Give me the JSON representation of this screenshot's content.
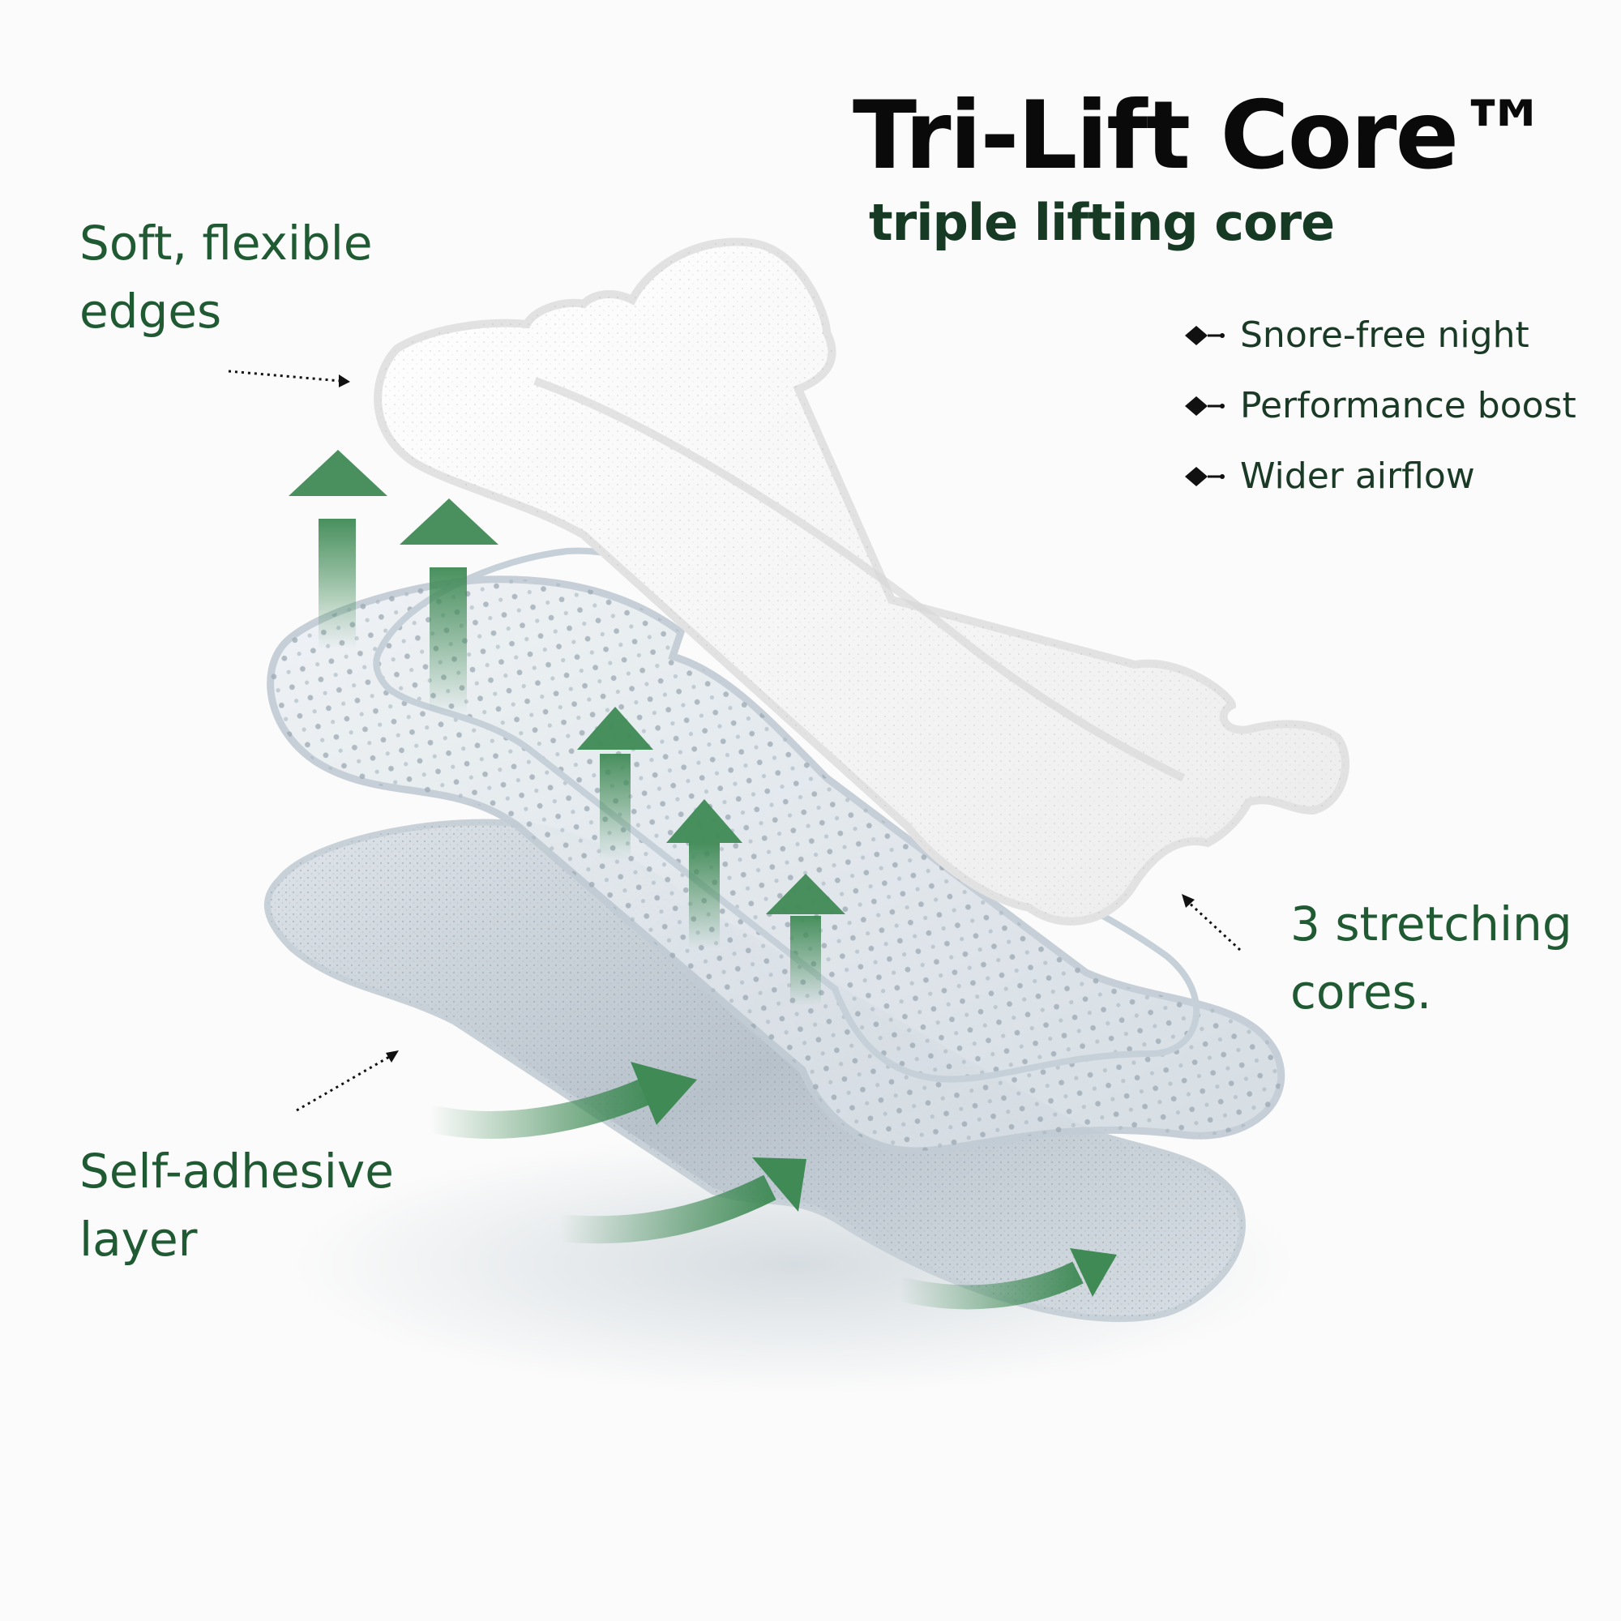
{
  "header": {
    "title": "Tri-Lift Core™",
    "subtitle": "triple lifting core"
  },
  "features": [
    {
      "text": "Snore-free night"
    },
    {
      "text": "Performance boost"
    },
    {
      "text": "Wider airflow"
    }
  ],
  "callouts": {
    "edges": {
      "line1": "Soft, flexible",
      "line2": "edges"
    },
    "adhesive": {
      "line1": "Self-adhesive",
      "line2": "layer"
    },
    "cores": {
      "line1": "3 stretching",
      "line2": "cores."
    }
  },
  "colors": {
    "accent_green": "#3f8a55",
    "dark_green": "#163a24",
    "title_black": "#0a0a0a",
    "background": "#fbfbfb"
  },
  "icons": [
    "diamond-bullet-icon",
    "up-arrow-icon",
    "curved-arrow-icon",
    "dotted-pointer-icon"
  ]
}
